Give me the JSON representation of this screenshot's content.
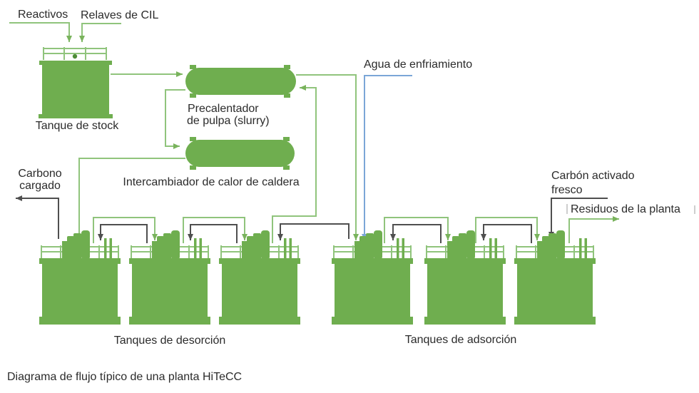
{
  "diagram": {
    "caption": "Diagrama de flujo típico de una planta HiTeCC",
    "labels": {
      "reactivos": "Reactivos",
      "relaves_cil": "Relaves de CIL",
      "tanque_stock": "Tanque de stock",
      "precalentador_line1": "Precalentador",
      "precalentador_line2": "de pulpa (slurry)",
      "intercambiador": "Intercambiador de calor de caldera",
      "agua_enfriamiento": "Agua de enfriamiento",
      "carbono_cargado_line1": "Carbono",
      "carbono_cargado_line2": "cargado",
      "carbon_fresco_line1": "Carbón activado",
      "carbon_fresco_line2": "fresco",
      "residuos_planta": "Residuos de la planta",
      "tanques_desorcion": "Tanques de desorción",
      "tanques_adsorcion": "Tanques de adsorción"
    },
    "equipment": {
      "stock_tanks": 1,
      "desorption_tanks": 3,
      "adsorption_tanks": 3,
      "heat_exchangers": 2
    },
    "flows": {
      "slurry_color_meaning": "pulpa / slurry",
      "carbon_color_meaning": "carbón",
      "water_color_meaning": "agua de enfriamiento"
    },
    "colors": {
      "equipment_green": "#6fae4f",
      "line_green": "#90c47c",
      "arrow_green": "#79b35c",
      "carbon_line_gray": "#4f4f4f",
      "cooling_water_blue": "#7ba6d7",
      "text_dark": "#2b2b2b",
      "tick_gray": "#bdbdbd"
    }
  }
}
